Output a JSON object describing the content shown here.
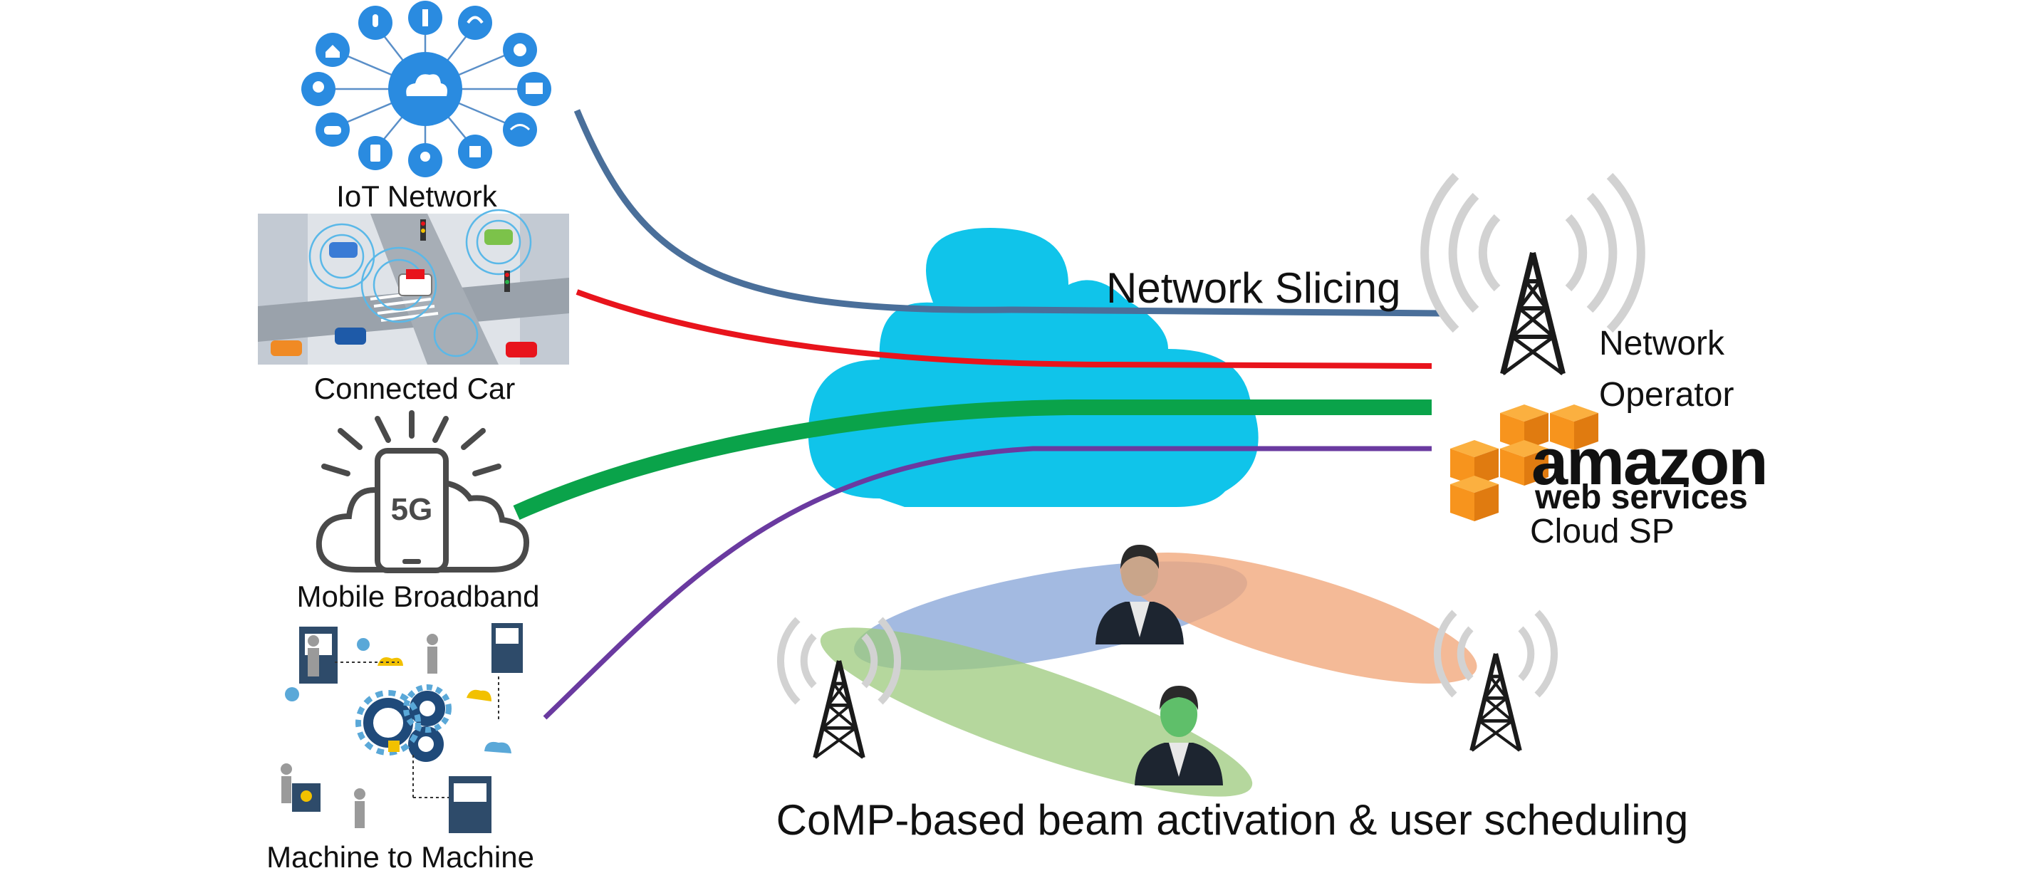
{
  "labels": {
    "iot": "IoT Network",
    "car": "Connected Car",
    "mobile": "Mobile Broadband",
    "m2m": "Machine to Machine",
    "slicing": "Network Slicing",
    "operator_line1": "Network",
    "operator_line2": "Operator",
    "amazon_word": "amazon",
    "web_services": "web services",
    "cloud_sp": "Cloud SP",
    "comp": "CoMP-based beam activation & user scheduling",
    "phone_badge": "5G"
  },
  "colors": {
    "iot_slice": "#4a6f9a",
    "car_slice": "#e8141c",
    "mobile_slice": "#0aa34a",
    "m2m_slice": "#6a3aa0",
    "cloud": "#10c4ea",
    "iot_node": "#2a8be0",
    "amazon_orange": "#f7941d",
    "beam_blue": "#7f9fd6",
    "beam_orange": "#f1a77a",
    "beam_green": "#9cc97c",
    "tower": "#1a1a1a",
    "wave_gray": "#d2d2d2"
  },
  "icons": [
    "cloud-icon",
    "home-icon",
    "bulb-icon",
    "gamepad-icon",
    "mobile-icon",
    "user-icon",
    "square-icon",
    "wifi-icon",
    "monitor-icon",
    "gear-icon",
    "headset-icon",
    "tools-icon",
    "mic-icon"
  ]
}
